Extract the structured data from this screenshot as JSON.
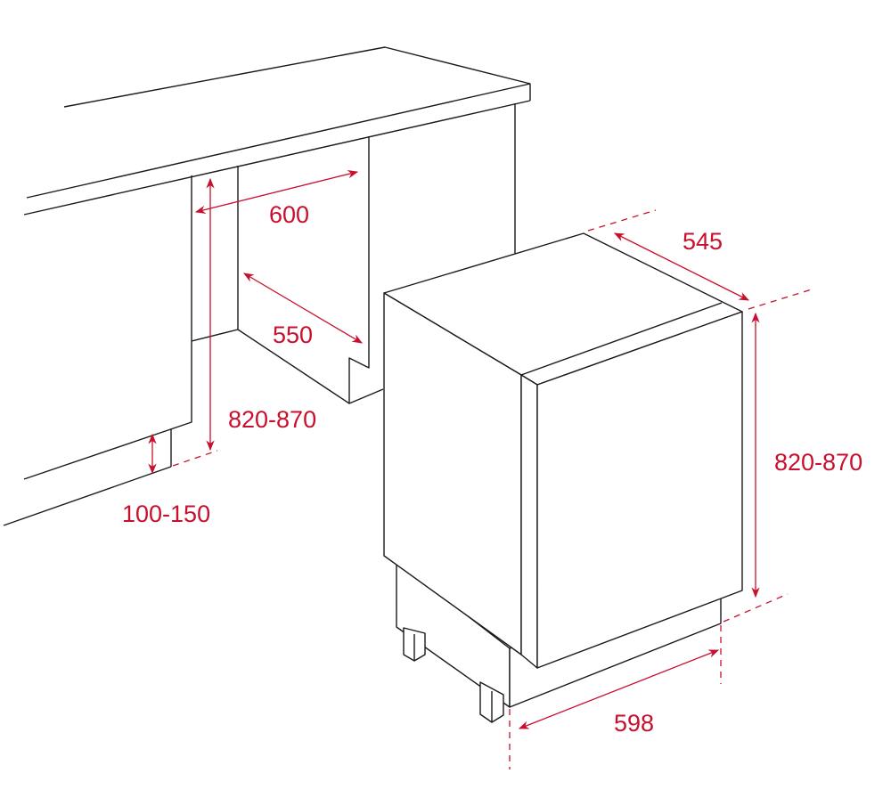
{
  "colors": {
    "dimension": "#c8102e",
    "outline": "#1a1a1a"
  },
  "niche": {
    "width_label": "600",
    "depth_label": "550",
    "height_label": "820-870",
    "plinth_label": "100-150"
  },
  "appliance": {
    "depth_label": "545",
    "height_label": "820-870",
    "width_label": "598"
  }
}
